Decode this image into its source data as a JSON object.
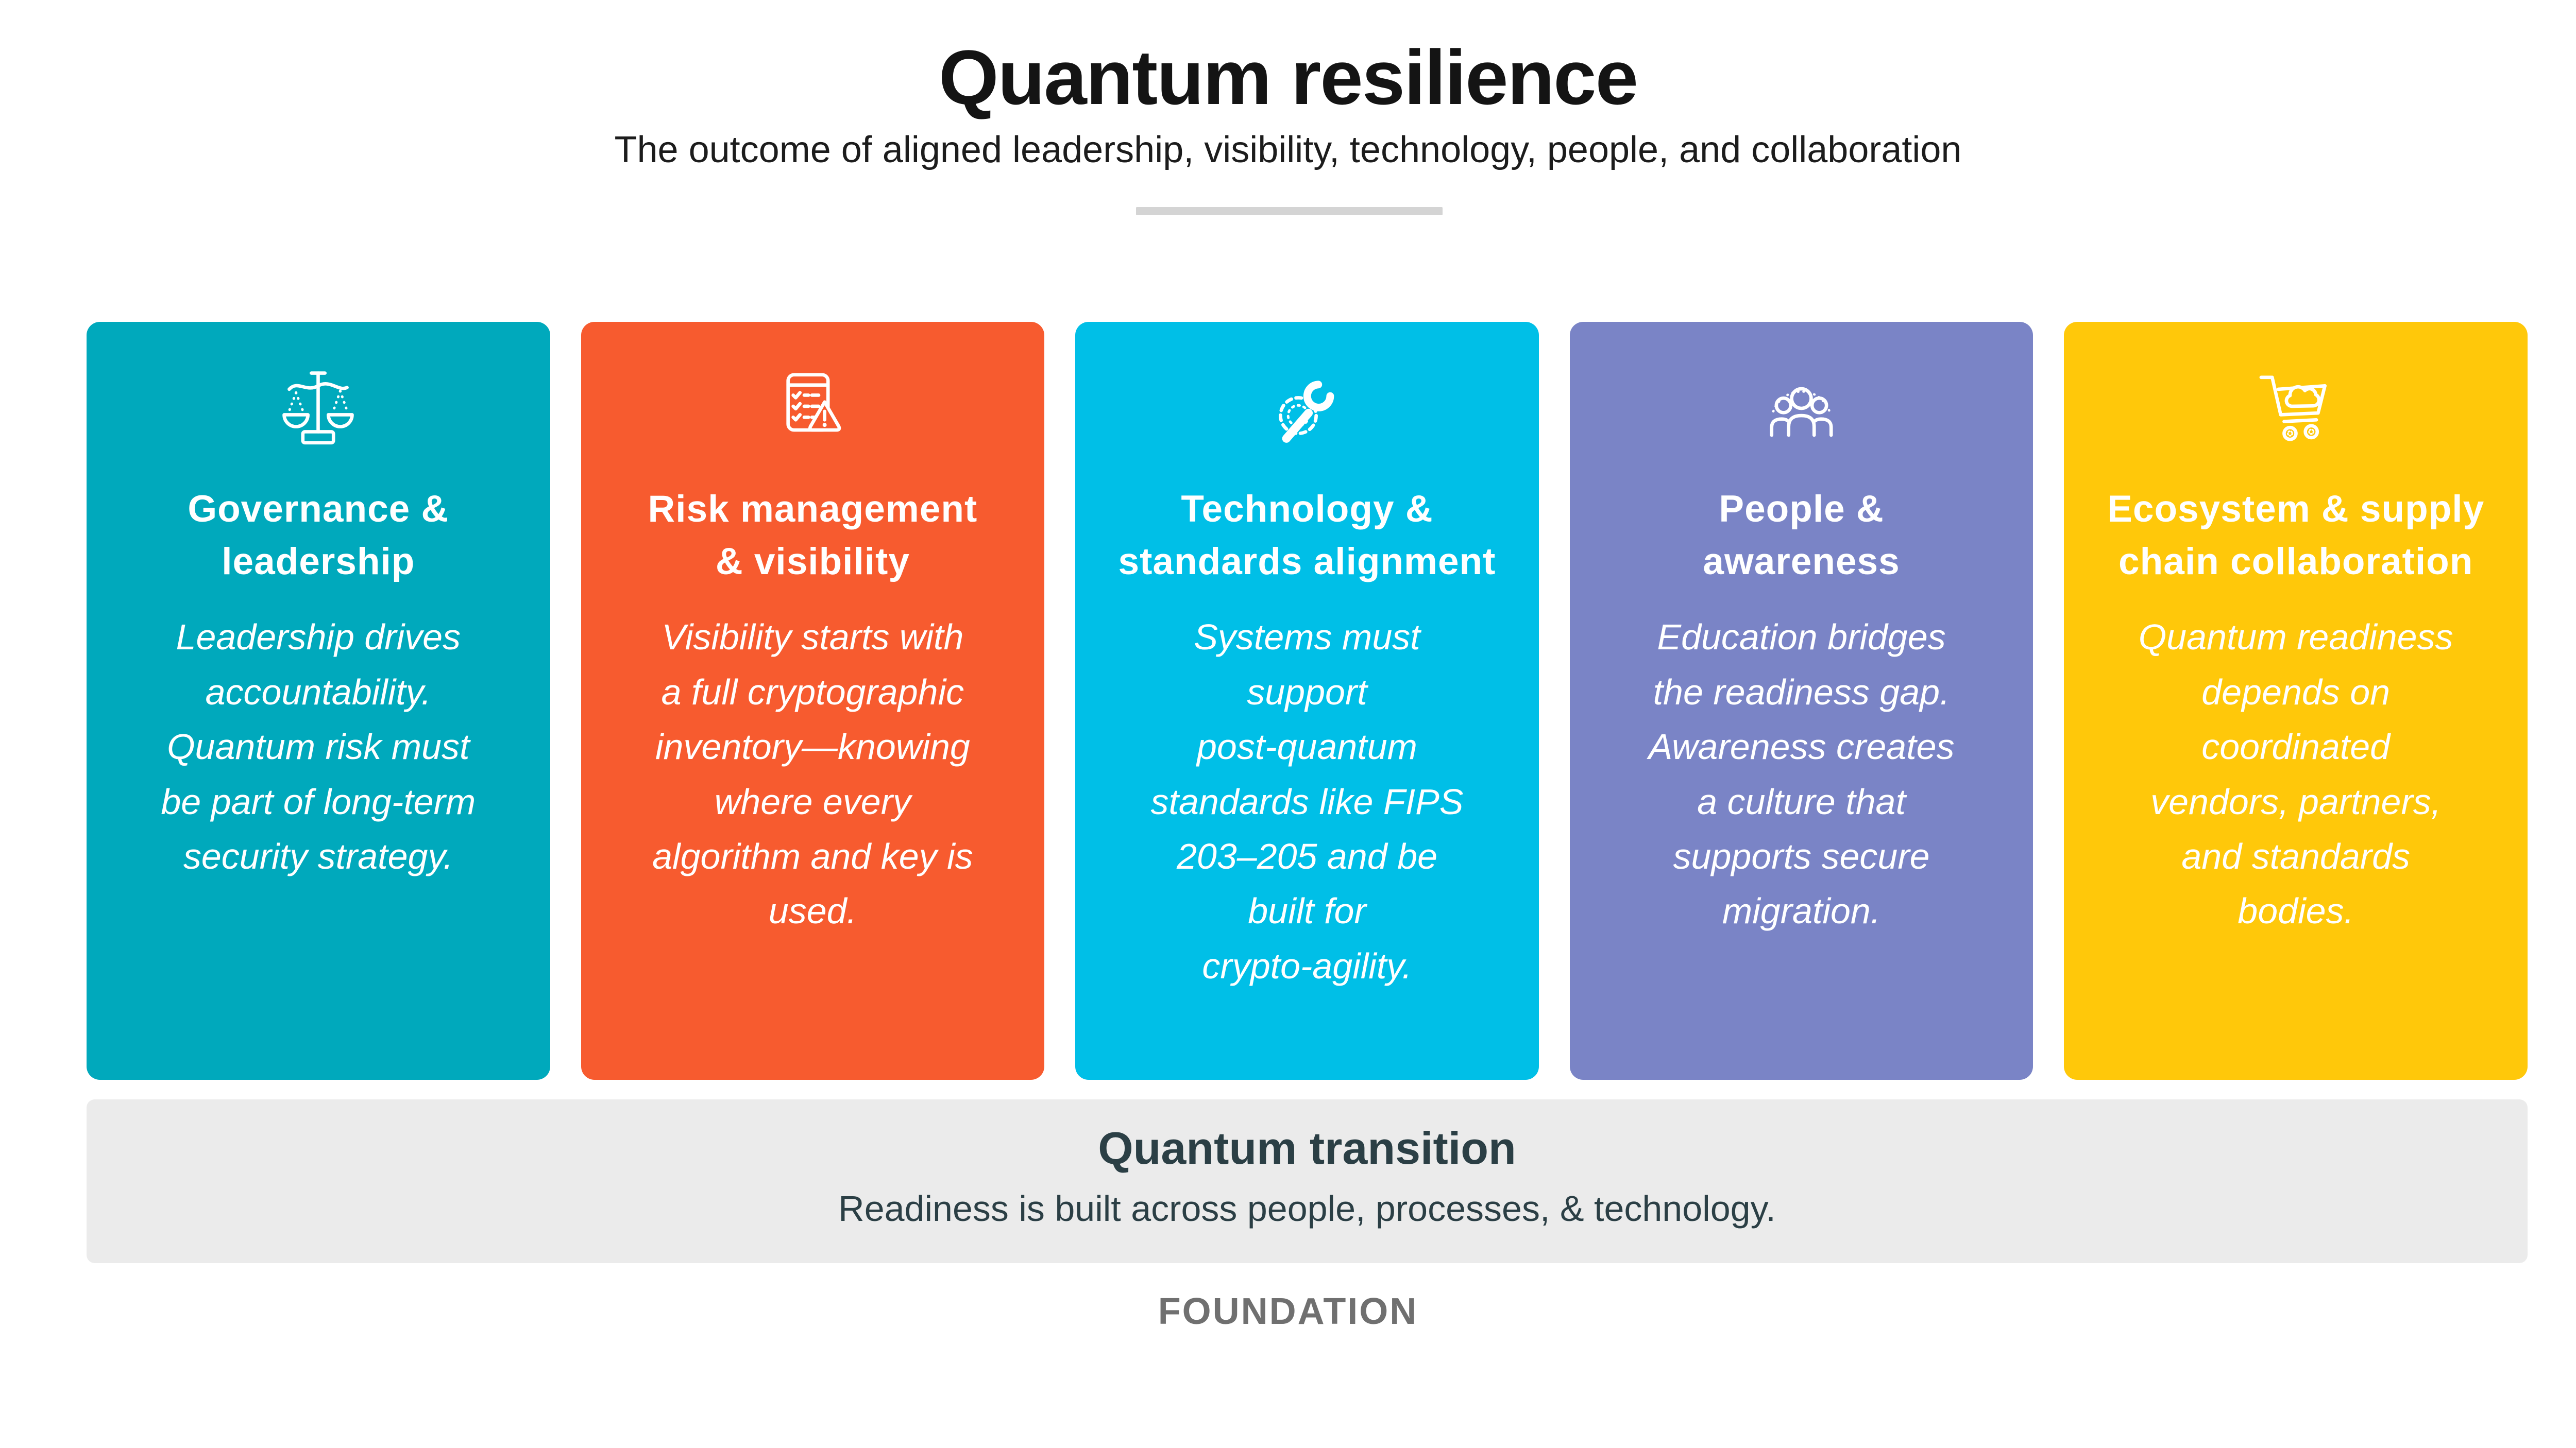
{
  "header": {
    "title": "Quantum resilience",
    "subtitle": "The outcome of aligned leadership, visibility, technology, people, and collaboration"
  },
  "pillars": [
    {
      "id": "governance",
      "color": "#00a9bc",
      "icon": "scales-icon",
      "title": "Governance &\nleadership",
      "body": "Leadership drives\naccountability.\nQuantum risk must\nbe part of long-term\nsecurity strategy."
    },
    {
      "id": "risk",
      "color": "#f75b2f",
      "icon": "checklist-warning-icon",
      "title": "Risk management\n& visibility",
      "body": "Visibility starts with\na full cryptographic\ninventory—knowing\nwhere every\nalgorithm and key is\nused."
    },
    {
      "id": "technology",
      "color": "#00bfe7",
      "icon": "wrench-gear-icon",
      "title": "Technology &\nstandards alignment",
      "body": "Systems must\nsupport\npost-quantum\nstandards like FIPS\n203–205 and be\nbuilt for\ncrypto-agility."
    },
    {
      "id": "people",
      "color": "#7a84c6",
      "icon": "people-icon",
      "title": "People &\nawareness",
      "body": "Education bridges\nthe readiness gap.\nAwareness creates\na culture that\nsupports secure\nmigration."
    },
    {
      "id": "ecosystem",
      "color": "#ffc80a",
      "icon": "cart-cloud-icon",
      "title": "Ecosystem & supply\nchain collaboration",
      "body": "Quantum readiness\ndepends on\ncoordinated\nvendors, partners,\nand standards\nbodies."
    }
  ],
  "transition": {
    "title": "Quantum transition",
    "subtitle": "Readiness is built across people, processes, & technology."
  },
  "foundation_label": "FOUNDATION",
  "colors": {
    "page_background": "#ffffff",
    "title_text": "#141414",
    "divider": "#d4d4d4",
    "transition_bar_background": "#ebebeb",
    "transition_text": "#2b3f45",
    "foundation_text": "#707070",
    "card_text": "#ffffff"
  }
}
